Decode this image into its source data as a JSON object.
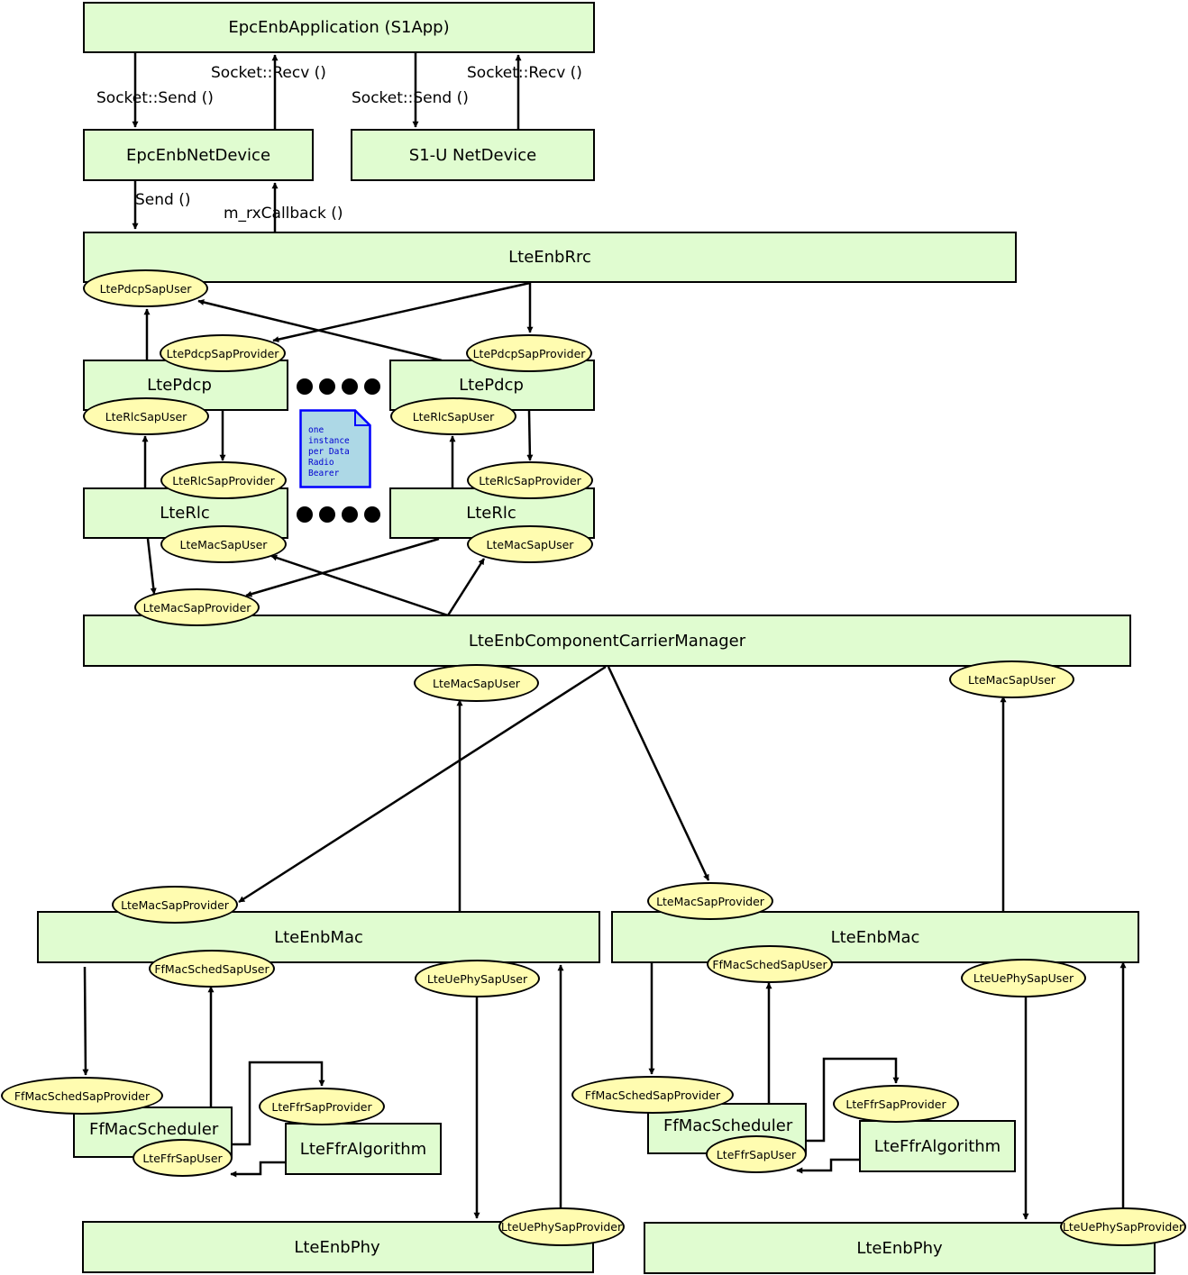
{
  "boxes": {
    "s1app": "EpcEnbApplication (S1App)",
    "epc_net_device": "EpcEnbNetDevice",
    "s1u_net_device": "S1-U NetDevice",
    "rrc": "LteEnbRrc",
    "pdcp_left": "LtePdcp",
    "pdcp_right": "LtePdcp",
    "rlc_left": "LteRlc",
    "rlc_right": "LteRlc",
    "ccm": "LteEnbComponentCarrierManager",
    "mac_left": "LteEnbMac",
    "mac_right": "LteEnbMac",
    "sched_left": "FfMacScheduler",
    "sched_right": "FfMacScheduler",
    "ffr_left": "LteFfrAlgorithm",
    "ffr_right": "LteFfrAlgorithm",
    "phy_left": "LteEnbPhy",
    "phy_right": "LteEnbPhy"
  },
  "saps": {
    "rrc_pdcp_user": "LtePdcpSapUser",
    "pdcp_l_provider": "LtePdcpSapProvider",
    "pdcp_r_provider": "LtePdcpSapProvider",
    "pdcp_l_rlc_user": "LteRlcSapUser",
    "pdcp_r_rlc_user": "LteRlcSapUser",
    "rlc_l_provider": "LteRlcSapProvider",
    "rlc_r_provider": "LteRlcSapProvider",
    "rlc_l_mac_user": "LteMacSapUser",
    "rlc_r_mac_user": "LteMacSapUser",
    "ccm_mac_provider": "LteMacSapProvider",
    "ccm_mac_user_left": "LteMacSapUser",
    "ccm_mac_user_right": "LteMacSapUser",
    "mac_l_provider": "LteMacSapProvider",
    "mac_r_provider": "LteMacSapProvider",
    "mac_l_sched_user": "FfMacSchedSapUser",
    "mac_r_sched_user": "FfMacSchedSapUser",
    "mac_l_phy_user": "LteUePhySapUser",
    "mac_r_phy_user": "LteUePhySapUser",
    "sched_l_provider": "FfMacSchedSapProvider",
    "sched_r_provider": "FfMacSchedSapProvider",
    "ffr_l_provider": "LteFfrSapProvider",
    "ffr_r_provider": "LteFfrSapProvider",
    "sched_l_ffr_user": "LteFfrSapUser",
    "sched_r_ffr_user": "LteFfrSapUser",
    "phy_l_provider": "LteUePhySapProvider",
    "phy_r_provider": "LteUePhySapProvider"
  },
  "labels": {
    "send_left": "Socket::Send ()",
    "recv_left": "Socket::Recv ()",
    "send_right": "Socket::Send ()",
    "recv_right": "Socket::Recv ()",
    "send": "Send ()",
    "rx_callback": "m_rxCallback ()"
  },
  "note": {
    "text": "one\ninstance\nper Data\nRadio\nBearer",
    "fill": "#add8e6",
    "stroke": "#0000ff",
    "icon": "note-document-icon"
  },
  "colors": {
    "box_fill": "#e0fcd0",
    "sap_fill": "#fffcb0",
    "line": "#000000"
  }
}
